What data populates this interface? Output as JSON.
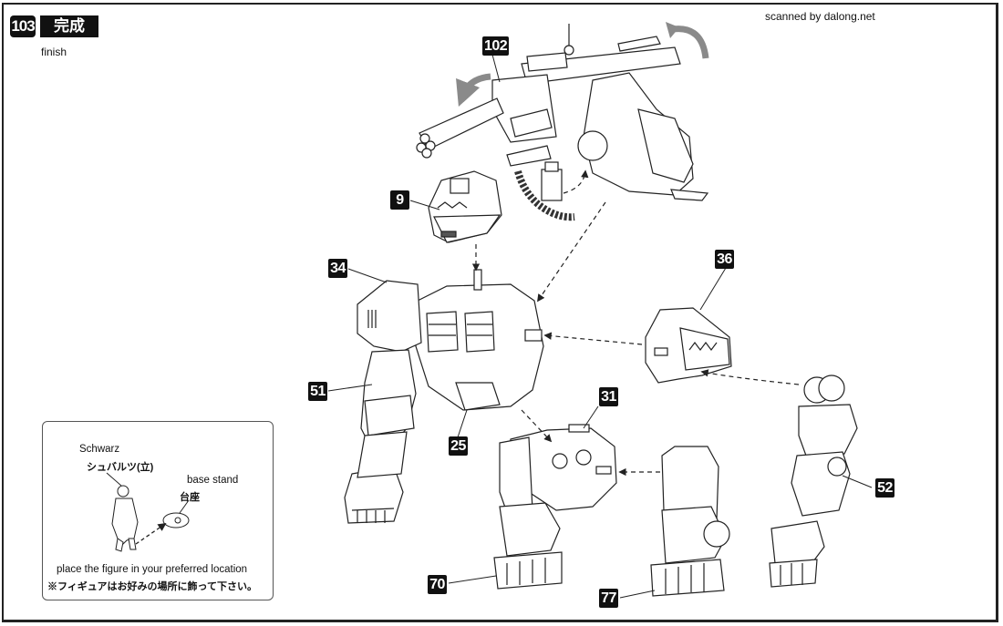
{
  "header": {
    "step_number": "103",
    "step_title": "完成",
    "step_subtitle": "finish",
    "credit": "scanned by dalong.net"
  },
  "part_labels": {
    "gun_unit": "102",
    "head": "9",
    "left_shoulder": "34",
    "right_shoulder": "36",
    "left_front_leg": "51",
    "torso": "25",
    "hip_unit": "31",
    "right_front_leg": "52",
    "left_rear_leg": "70",
    "right_rear_leg": "77"
  },
  "inset": {
    "figure_label_en": "Schwarz",
    "figure_label_jp": "シュバルツ(立)",
    "stand_label_en": "base stand",
    "stand_label_jp": "台座",
    "instruction_en": "place the figure in your preferred location",
    "instruction_jp": "※フィギュアはお好みの場所に飾って下さい。"
  },
  "icons": {
    "rotate_arrow_left": "rotate-counterclockwise-arrow",
    "rotate_arrow_right": "rotate-clockwise-arrow",
    "assembly_arrow": "dashed-assembly-arrow"
  },
  "colors": {
    "label_bg": "#111111",
    "label_text": "#ffffff",
    "rotate_arrow": "#8a8a8a",
    "line_art": "#222222"
  }
}
